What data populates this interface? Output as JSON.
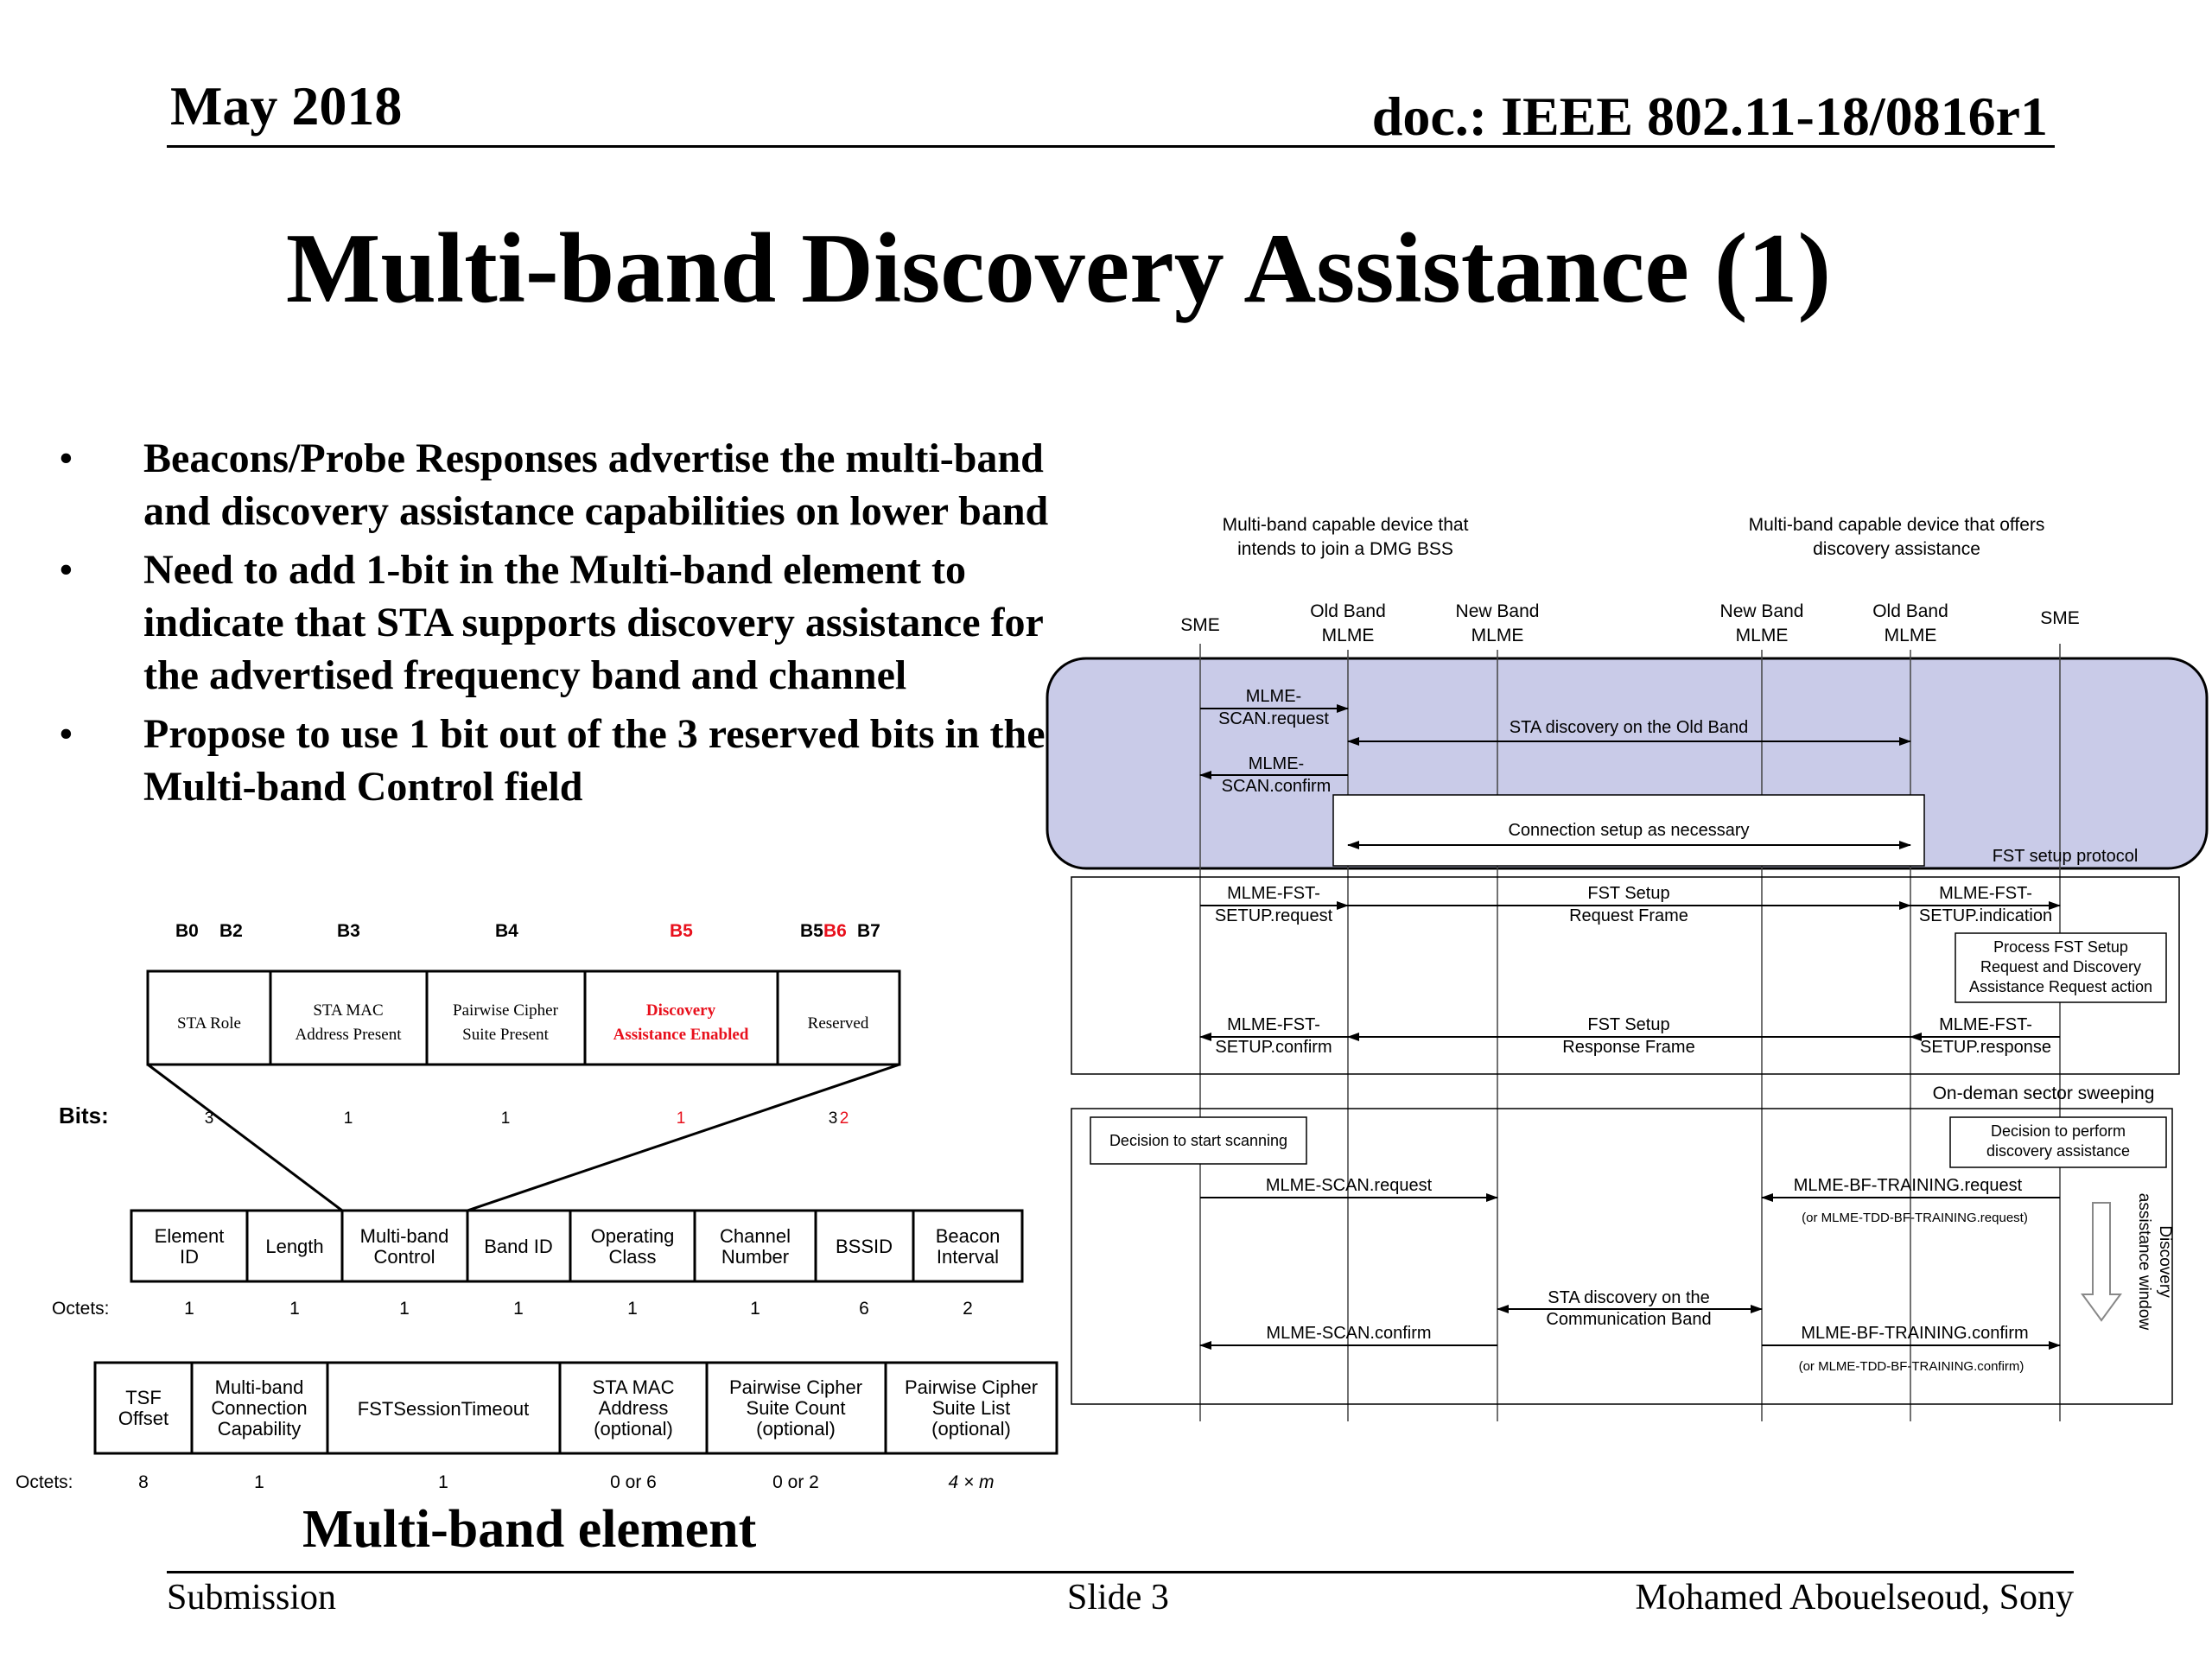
{
  "header": {
    "date": "May 2018",
    "doc_id": "doc.: IEEE 802.11-18/0816r1"
  },
  "title": "Multi-band Discovery Assistance (1)",
  "bullets": [
    "Beacons/Probe Responses advertise the multi-band and discovery assistance capabilities on lower band",
    "Need to add 1-bit in the Multi-band element to indicate that STA supports discovery assistance for the advertised frequency band and channel",
    "Propose to use 1 bit out of the 3 reserved bits in the Multi-band Control field"
  ],
  "control_field": {
    "bit_positions": [
      "B0",
      "B2",
      "B3",
      "B4",
      "B5",
      "B5",
      "B6",
      "B7"
    ],
    "fields": [
      {
        "line1": "STA Role",
        "line2": ""
      },
      {
        "line1": "STA MAC",
        "line2": "Address Present"
      },
      {
        "line1": "Pairwise Cipher",
        "line2": "Suite Present"
      },
      {
        "line1": "Discovery",
        "line2": "Assistance Enabled"
      },
      {
        "line1": "Reserved",
        "line2": ""
      }
    ],
    "bits_label": "Bits:",
    "bits": [
      "3",
      "1",
      "1",
      "1",
      "3",
      "2"
    ],
    "highlight_color": "#e8101c"
  },
  "element_row1": {
    "fields": [
      [
        "Element",
        "ID"
      ],
      [
        "Length"
      ],
      [
        "Multi-band",
        "Control"
      ],
      [
        "Band ID"
      ],
      [
        "Operating",
        "Class"
      ],
      [
        "Channel",
        "Number"
      ],
      [
        "BSSID"
      ],
      [
        "Beacon",
        "Interval"
      ]
    ],
    "octets_label": "Octets:",
    "octets": [
      "1",
      "1",
      "1",
      "1",
      "1",
      "1",
      "6",
      "2"
    ]
  },
  "element_row2": {
    "fields": [
      [
        "TSF",
        "Offset"
      ],
      [
        "Multi-band",
        "Connection",
        "Capability"
      ],
      [
        "FSTSessionTimeout"
      ],
      [
        "STA MAC",
        "Address",
        "(optional)"
      ],
      [
        "Pairwise Cipher",
        "Suite Count",
        "(optional)"
      ],
      [
        "Pairwise Cipher",
        "Suite List",
        "(optional)"
      ]
    ],
    "octets_label": "Octets:",
    "octets": [
      "8",
      "1",
      "1",
      "0 or 6",
      "0 or 2",
      "4 × m"
    ]
  },
  "element_caption": "Multi-band element",
  "sequence": {
    "group_left": [
      "Multi-band capable device that",
      "intends to join a DMG BSS"
    ],
    "group_right": [
      "Multi-band capable device that offers",
      "discovery assistance"
    ],
    "entities": [
      [
        "SME"
      ],
      [
        "Old  Band",
        "MLME"
      ],
      [
        "New Band",
        "MLME"
      ],
      [
        "New Band",
        "MLME"
      ],
      [
        "Old Band",
        "MLME"
      ],
      [
        "SME"
      ]
    ],
    "region_color": "#c9cbe8",
    "msgs": {
      "scan_req": [
        "MLME-",
        "SCAN.request"
      ],
      "sta_disc_old": "STA discovery on the Old Band",
      "scan_conf": [
        "MLME-",
        "SCAN.confirm"
      ],
      "conn_setup": "Connection setup as necessary",
      "fst_protocol": "FST setup protocol",
      "fst_setup_req": [
        "MLME-FST-",
        "SETUP.request"
      ],
      "fst_req_frame": [
        "FST Setup",
        "Request Frame"
      ],
      "fst_setup_ind": [
        "MLME-FST-",
        "SETUP.indication"
      ],
      "process_fst": [
        "Process FST Setup",
        "Request and Discovery",
        "Assistance Request action"
      ],
      "fst_setup_conf": [
        "MLME-FST-",
        "SETUP.confirm"
      ],
      "fst_resp_frame": [
        "FST Setup",
        "Response Frame"
      ],
      "fst_setup_resp": [
        "MLME-FST-",
        "SETUP.response"
      ],
      "on_demand": "On-deman sector sweeping",
      "decision_scan": "Decision to start scanning",
      "decision_assist": [
        "Decision to perform",
        "discovery assistance"
      ],
      "scan_req2": "MLME-SCAN.request",
      "bf_req": "MLME-BF-TRAINING.request",
      "bf_req_alt": "(or MLME-TDD-BF-TRAINING.request)",
      "disc_window": [
        "Discovery",
        "assistance window"
      ],
      "sta_disc_comm": [
        "STA discovery on the",
        "Communication Band"
      ],
      "scan_conf2": "MLME-SCAN.confirm",
      "bf_conf": "MLME-BF-TRAINING.confirm",
      "bf_conf_alt": "(or MLME-TDD-BF-TRAINING.confirm)"
    }
  },
  "footer": {
    "left": "Submission",
    "center": "Slide 3",
    "right": "Mohamed Abouelseoud, Sony"
  }
}
